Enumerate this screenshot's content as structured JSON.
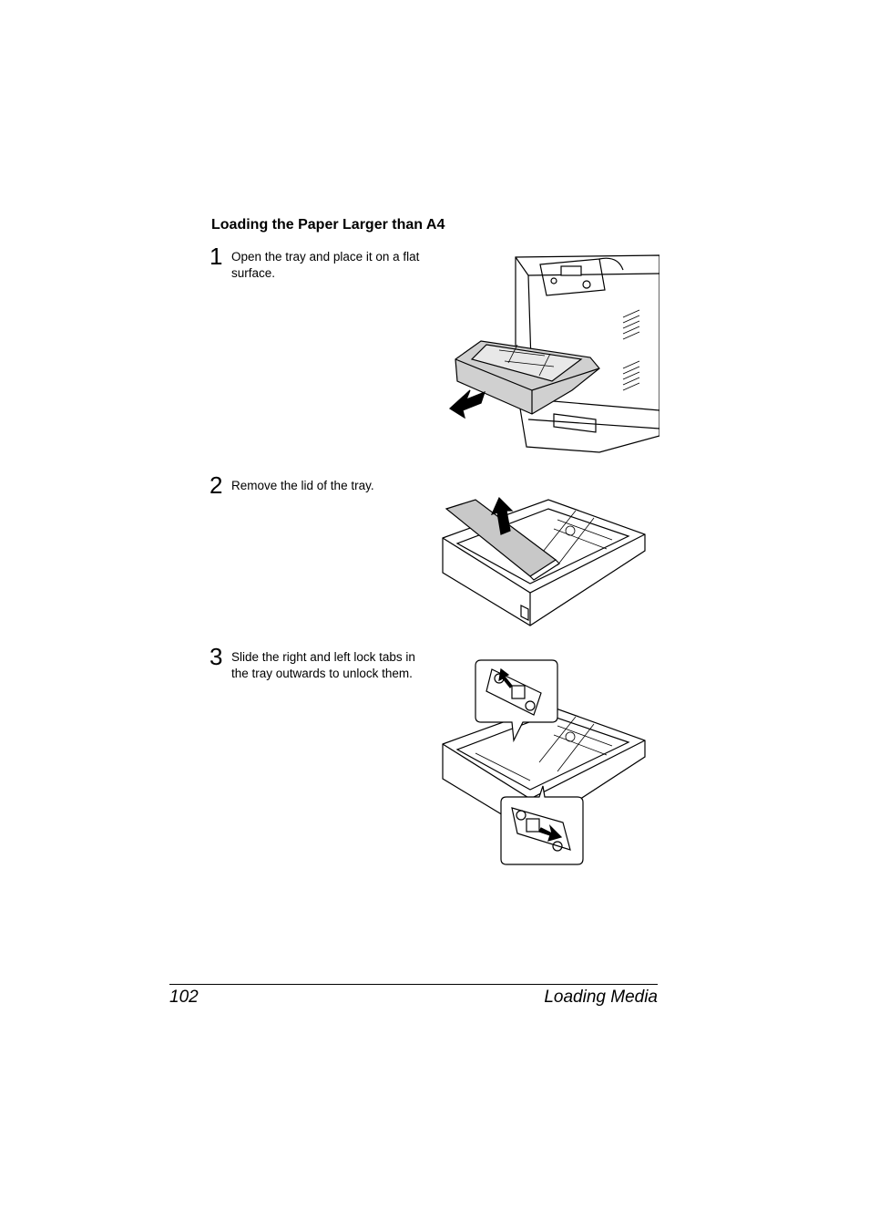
{
  "section_title": "Loading the Paper Larger than A4",
  "steps": [
    {
      "number": "1",
      "text": "Open the tray and place it on a flat surface."
    },
    {
      "number": "2",
      "text": "Remove the lid of the tray."
    },
    {
      "number": "3",
      "text": "Slide the right and left lock tabs in the tray outwards to unlock them."
    }
  ],
  "footer": {
    "page_number": "102",
    "section": "Loading Media"
  }
}
